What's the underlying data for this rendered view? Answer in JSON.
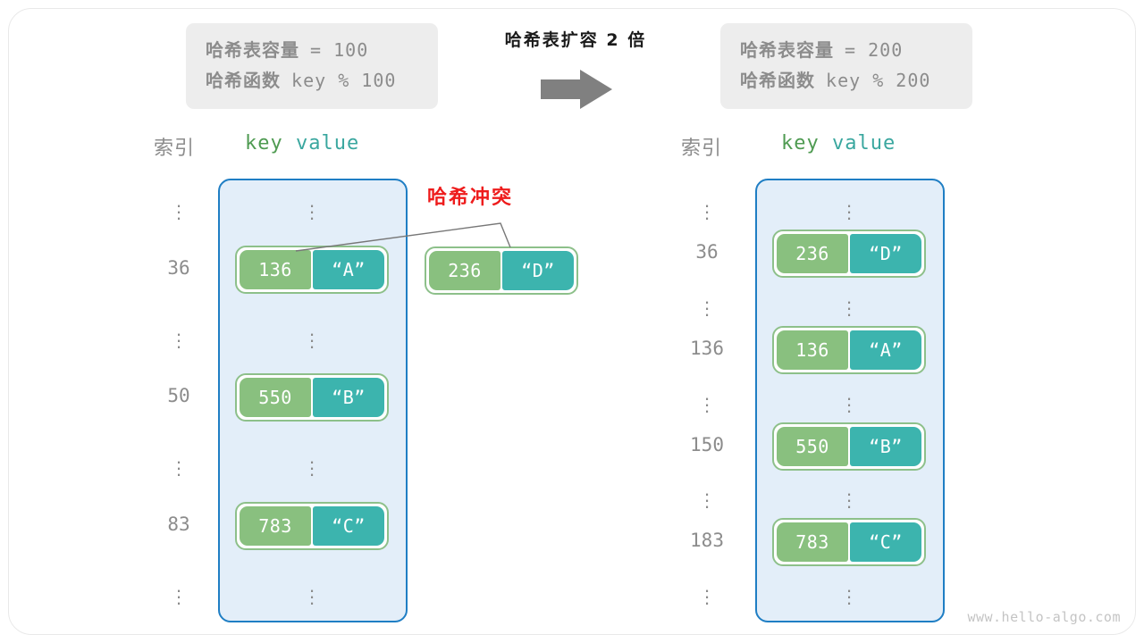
{
  "watermark": "www.hello-algo.com",
  "transition": {
    "label": "哈希表扩容 2 倍",
    "arrow_icon": "right-arrow-icon"
  },
  "colors": {
    "key_cell": "#89c07f",
    "value_cell": "#3cb4ae",
    "table_fill": "#e3eef9",
    "table_border": "#1f7ec4",
    "pair_border": "#8dc08a",
    "collision_text": "#ee1c1c",
    "info_box_bg": "#ededed",
    "muted_text": "#8c8c8c",
    "key_header": "#4f9b52",
    "value_header": "#3aa79f",
    "arrow": "#808080"
  },
  "annotations": {
    "collision_label": "哈希冲突"
  },
  "before": {
    "info": {
      "capacity_label": "哈希表容量",
      "capacity_value": "= 100",
      "hash_fn_label": "哈希函数",
      "hash_fn_value": "key % 100"
    },
    "header": {
      "index": "索引",
      "key": "key",
      "value": "value"
    },
    "rows": [
      {
        "index": "⋮",
        "type": "ellipsis"
      },
      {
        "index": "36",
        "type": "entry",
        "key": "136",
        "value": "“A”"
      },
      {
        "index": "⋮",
        "type": "ellipsis"
      },
      {
        "index": "50",
        "type": "entry",
        "key": "550",
        "value": "“B”"
      },
      {
        "index": "⋮",
        "type": "ellipsis"
      },
      {
        "index": "83",
        "type": "entry",
        "key": "783",
        "value": "“C”"
      },
      {
        "index": "⋮",
        "type": "ellipsis"
      }
    ],
    "colliding_pair": {
      "key": "236",
      "value": "“D”"
    }
  },
  "after": {
    "info": {
      "capacity_label": "哈希表容量",
      "capacity_value": "= 200",
      "hash_fn_label": "哈希函数",
      "hash_fn_value": "key % 200"
    },
    "header": {
      "index": "索引",
      "key": "key",
      "value": "value"
    },
    "rows": [
      {
        "index": "⋮",
        "type": "ellipsis"
      },
      {
        "index": "36",
        "type": "entry",
        "key": "236",
        "value": "“D”"
      },
      {
        "index": "⋮",
        "type": "ellipsis"
      },
      {
        "index": "136",
        "type": "entry",
        "key": "136",
        "value": "“A”"
      },
      {
        "index": "⋮",
        "type": "ellipsis"
      },
      {
        "index": "150",
        "type": "entry",
        "key": "550",
        "value": "“B”"
      },
      {
        "index": "⋮",
        "type": "ellipsis"
      },
      {
        "index": "183",
        "type": "entry",
        "key": "783",
        "value": "“C”"
      },
      {
        "index": "⋮",
        "type": "ellipsis"
      }
    ]
  }
}
